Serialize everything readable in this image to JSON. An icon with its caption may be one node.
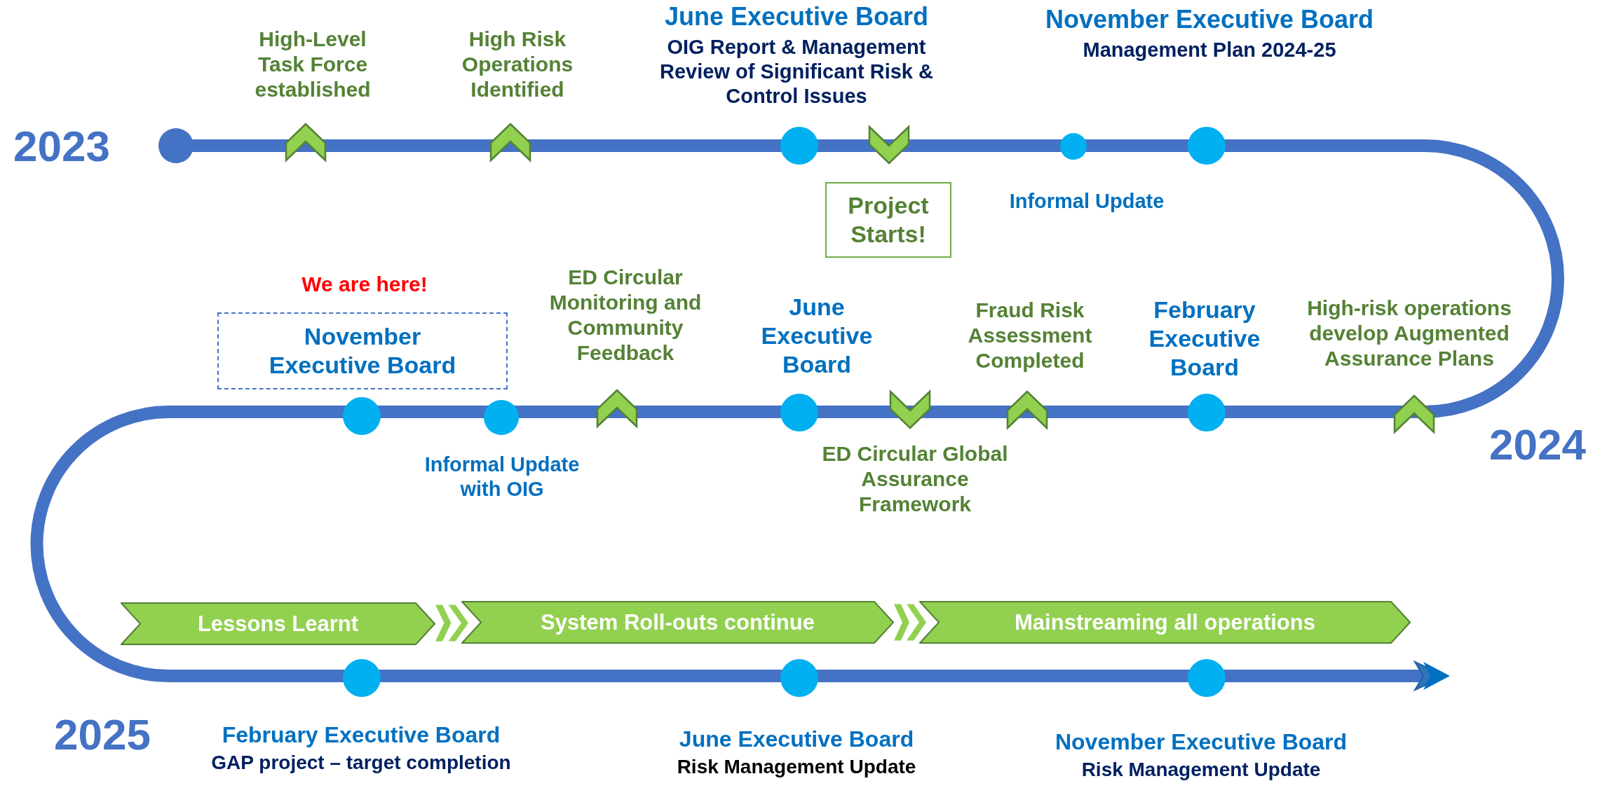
{
  "diagram": {
    "nodes": [
      {
        "text": [
          "Project Starts!"
        ]
      },
      {
        "text": [
          "November Executive Board"
        ]
      },
      {
        "text": [
          "Lessons Learnt"
        ]
      },
      {
        "text": [
          "System Roll-outs continue"
        ]
      },
      {
        "text": [
          "Mainstreaming all operations"
        ]
      }
    ],
    "edges": [
      {
        "from": 2,
        "to": 3,
        "arrow": "to"
      },
      {
        "from": 3,
        "to": 4,
        "arrow": "to"
      }
    ],
    "labels": [
      "2023",
      "High-Level Task Force established",
      "High Risk Operations Identified",
      "June Executive Board",
      "OIG Report & Management Review of Significant Risk & Control Issues",
      "November Executive Board",
      "Management Plan 2024-25",
      "Informal Update",
      "We are here!",
      "ED Circular Monitoring and Community Feedback",
      "June Executive Board",
      "Fraud Risk Assessment Completed",
      "February Executive Board",
      "High-risk operations develop Augmented Assurance Plans",
      "Informal Update with OIG",
      "ED Circular Global Assurance Framework",
      "2024",
      "2025",
      "February Executive Board",
      "GAP project – target completion",
      "June Executive Board",
      "Risk Management Update",
      "November Executive Board",
      "Risk Management Update"
    ]
  }
}
